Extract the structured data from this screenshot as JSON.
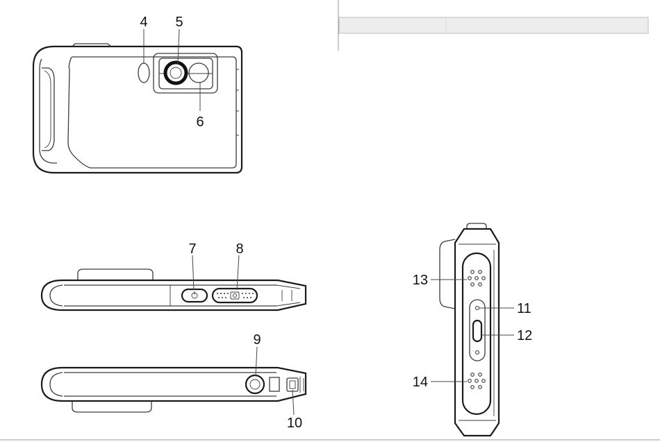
{
  "callouts": {
    "c4": "4",
    "c5": "5",
    "c6": "6",
    "c7": "7",
    "c8": "8",
    "c9": "9",
    "c10": "10",
    "c11": "11",
    "c12": "12",
    "c13": "13",
    "c14": "14"
  },
  "colors": {
    "line": "#3a3a3a",
    "table_fill": "#ededed",
    "background": "#ffffff"
  }
}
